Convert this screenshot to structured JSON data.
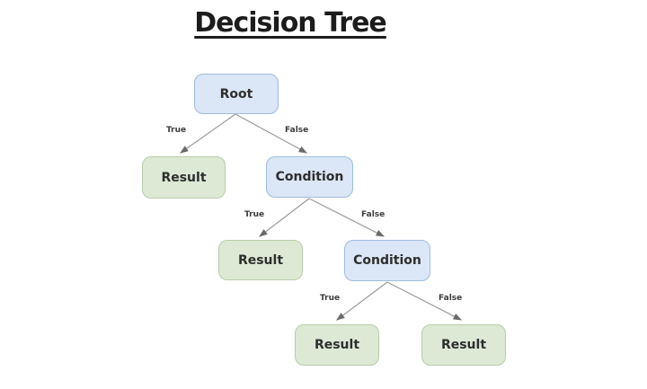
{
  "title": "Decision Tree",
  "colors": {
    "background": "#ffffff",
    "condition_fill": "#dbe6f6",
    "condition_border": "#9fbcdf",
    "result_fill": "#dde9d4",
    "result_border": "#b7cdaa",
    "edge": "#9a9a9a",
    "text": "#2e2e2e"
  },
  "tree": {
    "nodes": [
      {
        "id": "root",
        "label": "Root",
        "type": "condition"
      },
      {
        "id": "result-1",
        "label": "Result",
        "type": "result"
      },
      {
        "id": "condition-1",
        "label": "Condition",
        "type": "condition"
      },
      {
        "id": "result-2",
        "label": "Result",
        "type": "result"
      },
      {
        "id": "condition-2",
        "label": "Condition",
        "type": "condition"
      },
      {
        "id": "result-3",
        "label": "Result",
        "type": "result"
      },
      {
        "id": "result-4",
        "label": "Result",
        "type": "result"
      }
    ],
    "edges": [
      {
        "from": "root",
        "to": "result-1",
        "label": "True"
      },
      {
        "from": "root",
        "to": "condition-1",
        "label": "False"
      },
      {
        "from": "condition-1",
        "to": "result-2",
        "label": "True"
      },
      {
        "from": "condition-1",
        "to": "condition-2",
        "label": "False"
      },
      {
        "from": "condition-2",
        "to": "result-3",
        "label": "True"
      },
      {
        "from": "condition-2",
        "to": "result-4",
        "label": "False"
      }
    ]
  }
}
